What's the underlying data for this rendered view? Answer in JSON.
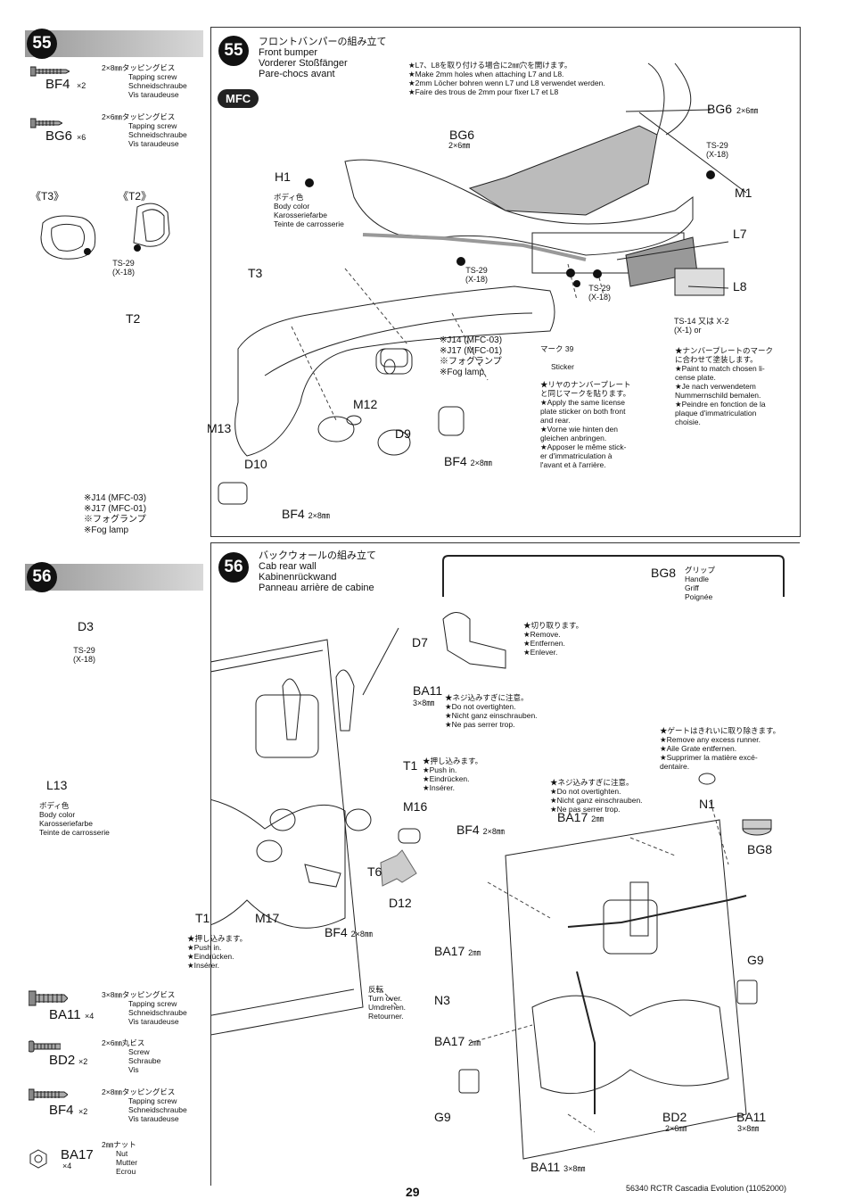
{
  "left_column": {
    "step55_number": "55",
    "step56_number": "56",
    "bf4": {
      "code": "BF4",
      "qty": "×2",
      "jp": "2×8㎜タッピングビス",
      "en": "Tapping screw",
      "de": "Schneidschraube",
      "fr": "Vis taraudeuse"
    },
    "bg6": {
      "code": "BG6",
      "qty": "×6",
      "jp": "2×6㎜タッピングビス",
      "en": "Tapping screw",
      "de": "Schneidschraube",
      "fr": "Vis taraudeuse"
    },
    "t3": "《T3》",
    "t2": "《T2》",
    "ts29": "TS-29",
    "x18": "(X-18)",
    "ba11": {
      "code": "BA11",
      "qty": "×4",
      "jp": "3×8㎜タッピングビス",
      "en": "Tapping screw",
      "de": "Schneidschraube",
      "fr": "Vis taraudeuse"
    },
    "bd2": {
      "code": "BD2",
      "qty": "×2",
      "jp": "2×6㎜丸ビス",
      "en": "Screw",
      "de": "Schraube",
      "fr": "Vis"
    },
    "bf4b": {
      "code": "BF4",
      "qty": "×2",
      "jp": "2×8㎜タッピングビス",
      "en": "Tapping screw",
      "de": "Schneidschraube",
      "fr": "Vis taraudeuse"
    },
    "ba17": {
      "code": "BA17",
      "qty": "×4",
      "jp": "2㎜ナット",
      "en": "Nut",
      "de": "Mutter",
      "fr": "Ecrou"
    }
  },
  "step55": {
    "number": "55",
    "title_jp": "フロントバンパーの組み立て",
    "title_en": "Front bumper",
    "title_de": "Vorderer Stoßfänger",
    "title_fr": "Pare-chocs avant",
    "mfc": "MFC",
    "hole_note": [
      "★L7、L8を取り付ける場合に2㎜穴を開けます。",
      "★Make 2mm holes when attaching L7 and L8.",
      "★2mm Löcher bohren wenn L7 und L8 verwendet werden.",
      "★Faire des trous de 2mm pour fixer L7 et L8"
    ],
    "labels": {
      "bg6": "BG6",
      "bg6_size": "2×6㎜",
      "bg6_right": "BG6",
      "bg6_right_size": "2×6㎜",
      "h1": "H1",
      "body_jp": "ボディ色",
      "body_en": "Body color",
      "body_de": "Karosseriefarbe",
      "body_fr": "Teinte de carrosserie",
      "ts29_a": "TS-29",
      "x18_a": "(X-18)",
      "ts29_b": "TS-29",
      "x18_b": "(X-18)",
      "ts29_c": "TS-29",
      "x18_c": "(X-18)",
      "m1": "M1",
      "l7": "L7",
      "l8": "L8",
      "ts14": "TS-14 又は X-2",
      "x1": "(X-1)   or",
      "t3": "T3",
      "t2": "T2",
      "m12": "M12",
      "m13": "M13",
      "d9": "D9",
      "d10": "D10",
      "bf4_a": "BF4",
      "bf4_a_size": "2×8㎜",
      "bf4_b": "BF4",
      "bf4_b_size": "2×8㎜"
    },
    "sticker_mark": "マーク 39",
    "sticker_note": [
      "Sticker",
      "★リヤのナンバープレート",
      "と同じマークを貼ります。",
      "★Apply the same license",
      "plate sticker on both front",
      "and rear.",
      "★Vorne wie hinten den",
      "gleichen anbringen.",
      "★Apposer le même stick-",
      "er d'immatriculation à",
      "l'avant et à l'arrière."
    ],
    "paint_note": [
      "★ナンバープレートのマーク",
      "に合わせて塗装します。",
      "★Paint to match chosen li-",
      "cense plate.",
      "★Je nach verwendetem",
      "Nummernschild bemalen.",
      "★Peindre en fonction de la",
      "plaque d'immatriculation",
      "choisie."
    ],
    "fog_right": [
      "※J14 (MFC-03)",
      "※J17 (MFC-01)",
      "※フォグランプ",
      "※Fog lamp"
    ],
    "fog_left": [
      "※J14 (MFC-03)",
      "※J17 (MFC-01)",
      "※フォグランプ",
      "※Fog lamp"
    ]
  },
  "step56": {
    "number": "56",
    "title_jp": "バックウォールの組み立て",
    "title_en": "Cab rear wall",
    "title_de": "Kabinenrückwand",
    "title_fr": "Panneau arrière de cabine",
    "bg8": {
      "code": "BG8",
      "jp": "グリップ",
      "en": "Handle",
      "de": "Griff",
      "fr": "Poignée"
    },
    "remove_note": [
      "★切り取ります。",
      "★Remove.",
      "★Entfernen.",
      "★Enlever."
    ],
    "overtight_note1": [
      "★ネジ込みすぎに注意。",
      "★Do not overtighten.",
      "★Nicht ganz einschrauben.",
      "★Ne pas serrer trop."
    ],
    "runner_note": [
      "★ゲートはきれいに取り除きます。",
      "★Remove any excess runner.",
      "★Aile Grate entfernen.",
      "★Supprimer la matière excé-",
      "dentaire."
    ],
    "push_note1": [
      "★押し込みます。",
      "★Push in.",
      "★Eindrücken.",
      "★Insérer."
    ],
    "overtight_note2": [
      "★ネジ込みすぎに注意。",
      "★Do not overtighten.",
      "★Nicht ganz einschrauben.",
      "★Ne pas serrer trop."
    ],
    "push_note2": [
      "★押し込みます。",
      "★Push in.",
      "★Eindrücken.",
      "★Insérer."
    ],
    "turnover": [
      "反転",
      "Turn over.",
      "Umdrehen.",
      "Retourner."
    ],
    "labels": {
      "d3": "D3",
      "ts29": "TS-29",
      "x18": "(X-18)",
      "d7": "D7",
      "ba11": "BA11",
      "ba11_size": "3×8㎜",
      "l13": "L13",
      "body_jp": "ボディ色",
      "body_en": "Body color",
      "body_de": "Karosseriefarbe",
      "body_fr": "Teinte de carrosserie",
      "t1_a": "T1",
      "m16": "M16",
      "bf4": "BF4",
      "bf4_size": "2×8㎜",
      "t6": "T6",
      "d12": "D12",
      "t1_b": "T1",
      "m17": "M17",
      "bf4_b": "BF4",
      "bf4_b_size": "2×8㎜",
      "n1": "N1",
      "ba17_a": "BA17",
      "ba17_a_size": "2㎜",
      "bg8": "BG8",
      "ba17_b": "BA17",
      "ba17_b_size": "2㎜",
      "g9_a": "G9",
      "n3": "N3",
      "ba17_c": "BA17",
      "ba17_c_size": "2㎜",
      "g9_b": "G9",
      "bd2": "BD2",
      "bd2_size": "2×6㎜",
      "ba11_b": "BA11",
      "ba11_b_size": "3×8㎜",
      "ba11_c": "BA11",
      "ba11_c_size": "3×8㎜"
    }
  },
  "footer": {
    "page": "29",
    "product": "56340 RCTR Cascadia Evolution  (11052000)"
  }
}
